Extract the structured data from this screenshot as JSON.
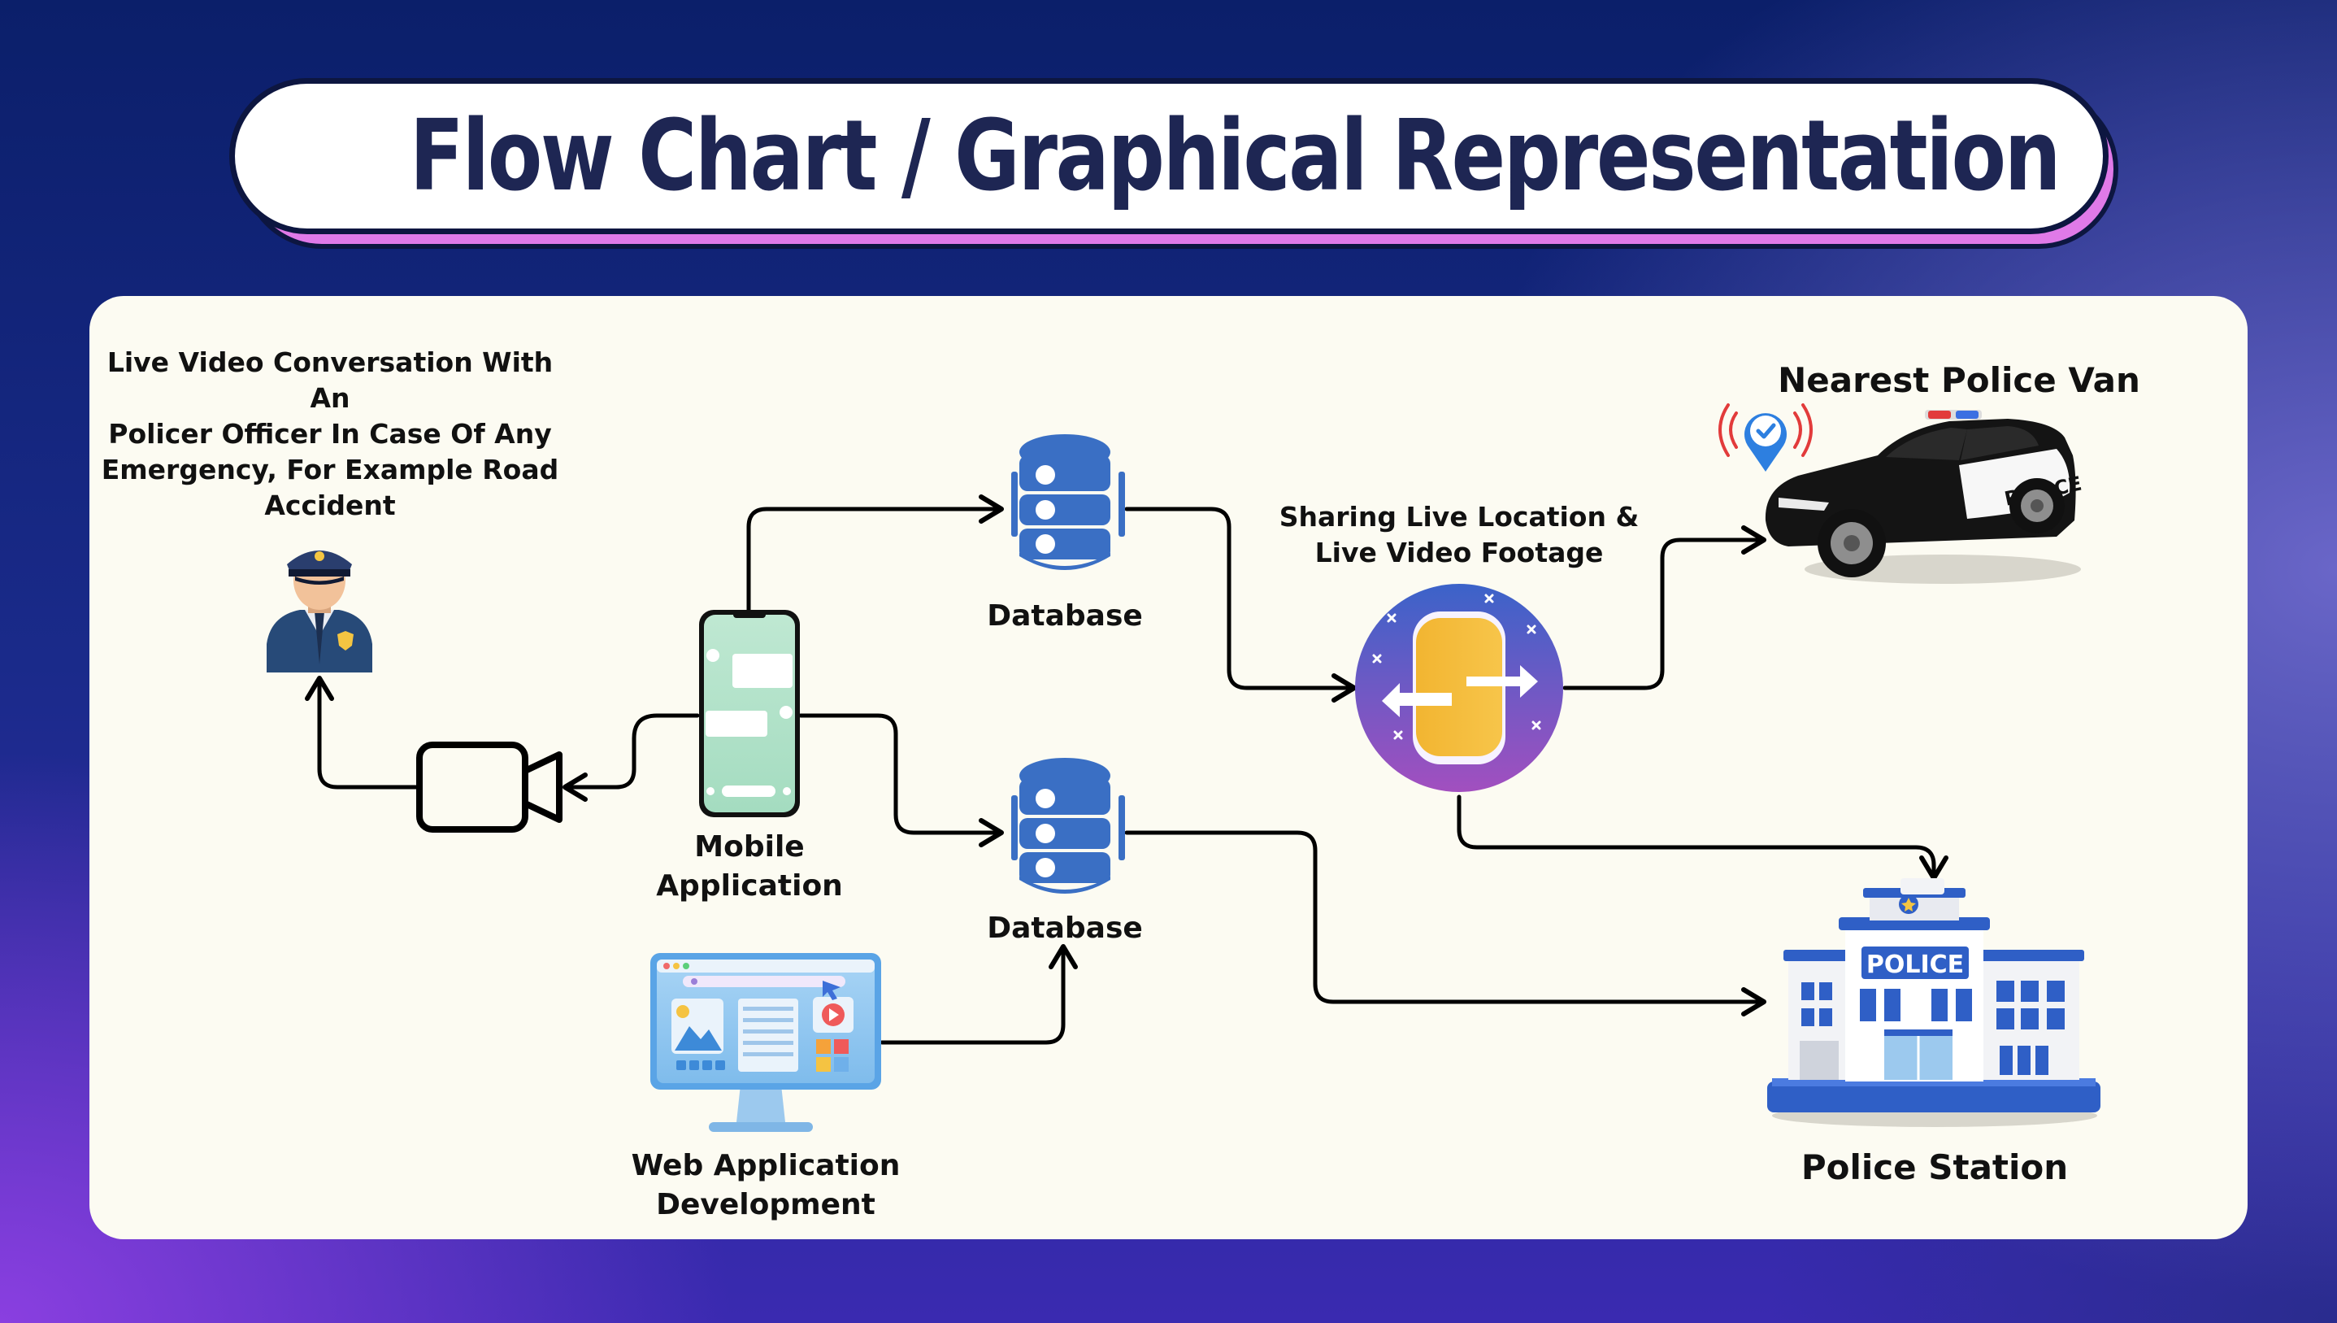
{
  "title": "Flow Chart / Graphical Representation",
  "nodes": {
    "officer_label": "Live Video Conversation With An\nPolicer Officer In Case Of Any\nEmergency, For Example Road\nAccident",
    "mobile_label": "Mobile\nApplication",
    "database_top_label": "Database",
    "database_bottom_label": "Database",
    "web_label": "Web Application\nDevelopment",
    "sharing_label": "Sharing Live Location &\nLive Video Footage",
    "van_label": "Nearest Police Van",
    "station_label": "Police Station",
    "car_text": "POLICE",
    "building_text": "POLICE"
  },
  "icons": [
    "police-officer-icon",
    "video-camera-icon",
    "smartphone-icon",
    "database-icon",
    "web-monitor-icon",
    "data-transfer-icon",
    "police-car-icon",
    "location-pin-icon",
    "police-station-icon"
  ],
  "colors": {
    "title_text": "#1e2653",
    "title_shadow": "#e07ae8",
    "panel": "#fcfbf2",
    "database_blue": "#3a6fc4",
    "connector": "#000000"
  }
}
